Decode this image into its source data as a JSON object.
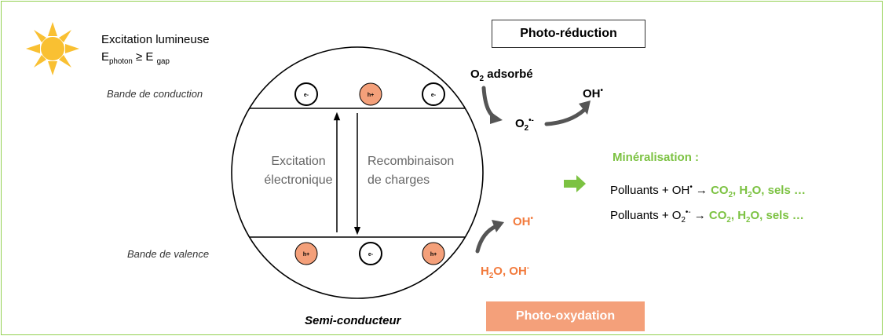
{
  "excitation_lumineuse": "Excitation lumineuse",
  "ephoton": {
    "e": "E",
    "photon_sub": "photon",
    "geq": " ≥ E ",
    "gap_sub": "gap"
  },
  "bande_conduction": "Bande de conduction",
  "bande_valence": "Bande de valence",
  "semi_conducteur": "Semi-conducteur",
  "excitation_electronique": [
    "Excitation",
    "électronique"
  ],
  "recombinaison": [
    "Recombinaison",
    "de charges"
  ],
  "photo_reduction": "Photo-réduction",
  "photo_oxydation": "Photo-oxydation",
  "o2_adsorbe": {
    "o": "O",
    "sub": "2",
    "rest": " adsorbé"
  },
  "oh_radical_top": {
    "text": "OH",
    "sup": "•"
  },
  "o2_radical": {
    "o": "O",
    "sub": "2",
    "sup": "•-"
  },
  "oh_radical_bottom": {
    "text": "OH",
    "sup": "•"
  },
  "h2o_oh": {
    "h": "H",
    "sub": "2",
    "mid": "O, OH",
    "sup": "-"
  },
  "mineralisation": "Minéralisation :",
  "reaction1": {
    "left": "Polluants + OH",
    "sup": "•",
    "arrow": " → ",
    "co": "CO",
    "sub": "2",
    "mid": ", H",
    "sub2": "2",
    "end": "O, sels …"
  },
  "reaction2": {
    "left": "Polluants + O",
    "sub": "2",
    "sup": "•-",
    "arrow": " → ",
    "co": "CO",
    "sub2": "2",
    "mid": ", H",
    "sub3": "2",
    "end": "O, sels …"
  },
  "particles": {
    "conduction": [
      {
        "type": "e",
        "label": "e-"
      },
      {
        "type": "h",
        "label": "h+"
      },
      {
        "type": "e",
        "label": "e-"
      }
    ],
    "valence": [
      {
        "type": "h",
        "label": "h+"
      },
      {
        "type": "e",
        "label": "e-"
      },
      {
        "type": "h",
        "label": "h+"
      }
    ]
  },
  "colors": {
    "green": "#7cc242",
    "orange": "#f27a3c",
    "sun": "#f9c032",
    "hole_fill": "#f4a07a",
    "frame": "#92d050"
  },
  "icons": {
    "sun": "sun-icon",
    "arrow": "green-right-arrow-icon"
  }
}
